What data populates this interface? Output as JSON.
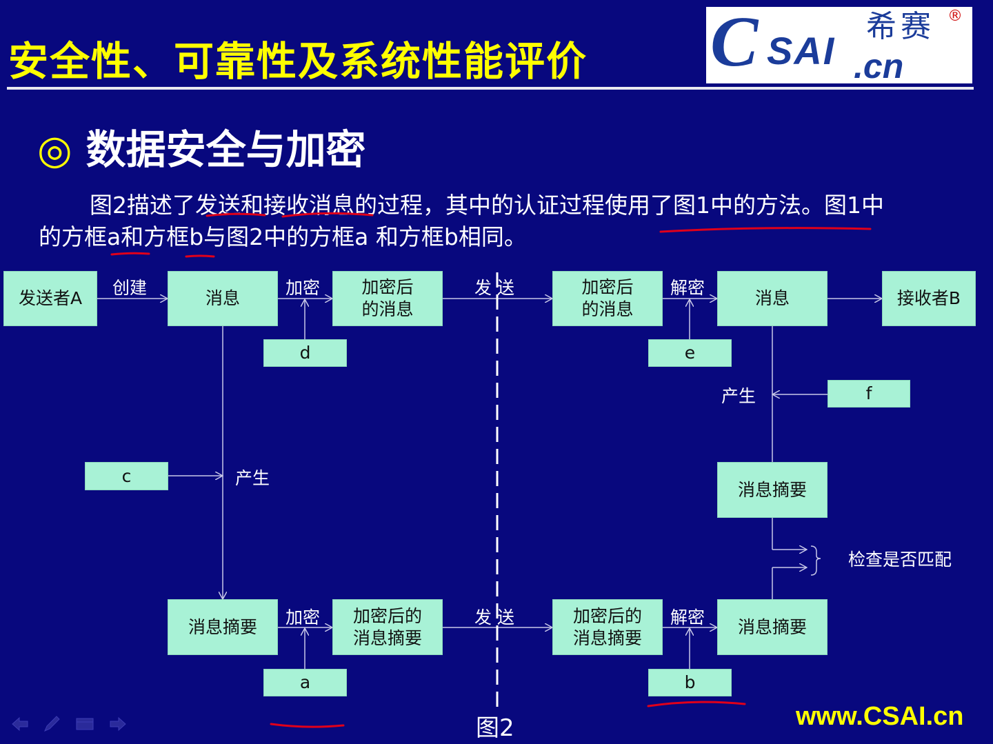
{
  "slide": {
    "title": "安全性、可靠性及系统性能评价",
    "section_bullet": "◎",
    "section_heading": "数据安全与加密",
    "paragraph_line1": "图2描述了发送和接收消息的过程，其中的认证过程使用了图1中的方法。图1中",
    "paragraph_line2": "的方框a和方框b与图2中的方框a 和方框b相同。",
    "figure_caption": "图2",
    "website": "www.CSAI.cn"
  },
  "logo": {
    "c": "C",
    "sai": "SAI",
    "cn": ".cn",
    "chinese": "希赛",
    "registered": "®"
  },
  "diagram": {
    "boxes": {
      "sender": "发送者A",
      "message": "消息",
      "encrypted_message": "加密后的消息",
      "recv_encrypted_message": "加密后的消息",
      "recv_message": "消息",
      "receiver": "接收者B",
      "d": "d",
      "e": "e",
      "f": "f",
      "c": "c",
      "digest": "消息摘要",
      "encrypted_digest": "加密后的消息摘要",
      "recv_encrypted_digest": "加密后的消息摘要",
      "recv_digest": "消息摘要",
      "recv_digest_generated": "消息摘要",
      "a": "a",
      "b": "b"
    },
    "labels": {
      "create": "创建",
      "encrypt_top": "加密",
      "send_top": "发 送",
      "decrypt_top": "解密",
      "generate_right": "产生",
      "generate_left": "产生",
      "encrypt_bottom": "加密",
      "send_bottom": "发 送",
      "decrypt_bottom": "解密",
      "check_match": "检查是否匹配"
    }
  },
  "colors": {
    "background": "#08087e",
    "box_fill": "#a8f2d6",
    "title_color": "#ffff00",
    "annotation_color": "#e0001a"
  },
  "nav_icons": [
    "back-arrow-icon",
    "pen-icon",
    "menu-icon",
    "forward-arrow-icon"
  ]
}
